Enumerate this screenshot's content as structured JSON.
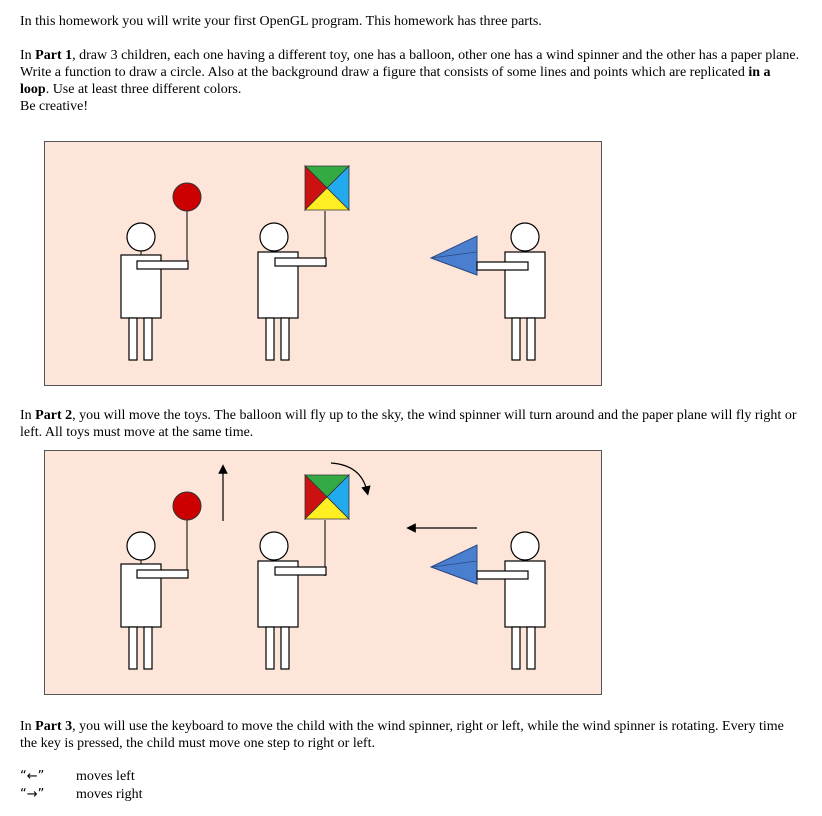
{
  "intro": "In this homework you will write your first OpenGL program. This homework has three parts.",
  "part1": {
    "prefix": "In ",
    "bold": "Part 1",
    "text1": ", draw 3 children, each one having a different toy, one has a balloon, other one has a wind spinner and the other has a paper plane. Write a function to draw a circle. Also at the background draw a figure that consists of some lines and points which are replicated ",
    "bold2": "in a loop",
    "text2": ". Use at least three different colors.",
    "line2": "Be creative!"
  },
  "part2": {
    "prefix": "In ",
    "bold": "Part 2",
    "text": ", you will move the toys. The balloon will fly up to the sky, the wind spinner will turn around and the paper plane will fly right or left. All toys must move at the same time."
  },
  "part3": {
    "prefix": "In ",
    "bold": "Part 3",
    "text": ", you will use the keyboard to move the child with the wind spinner, right or left, while the wind spinner is rotating. Every time the key is pressed, the child must move one step to right or left."
  },
  "keys": [
    {
      "symbol": "“←”",
      "action": "moves left"
    },
    {
      "symbol": "“→”",
      "action": "moves right"
    }
  ],
  "colors": {
    "figure_bg": "#fde5d9",
    "balloon": "#cc0000",
    "spinner_green": "#33aa44",
    "spinner_blue": "#22aaee",
    "spinner_red": "#cc1111",
    "spinner_yellow": "#ffee22",
    "plane": "#4a7fd0"
  }
}
